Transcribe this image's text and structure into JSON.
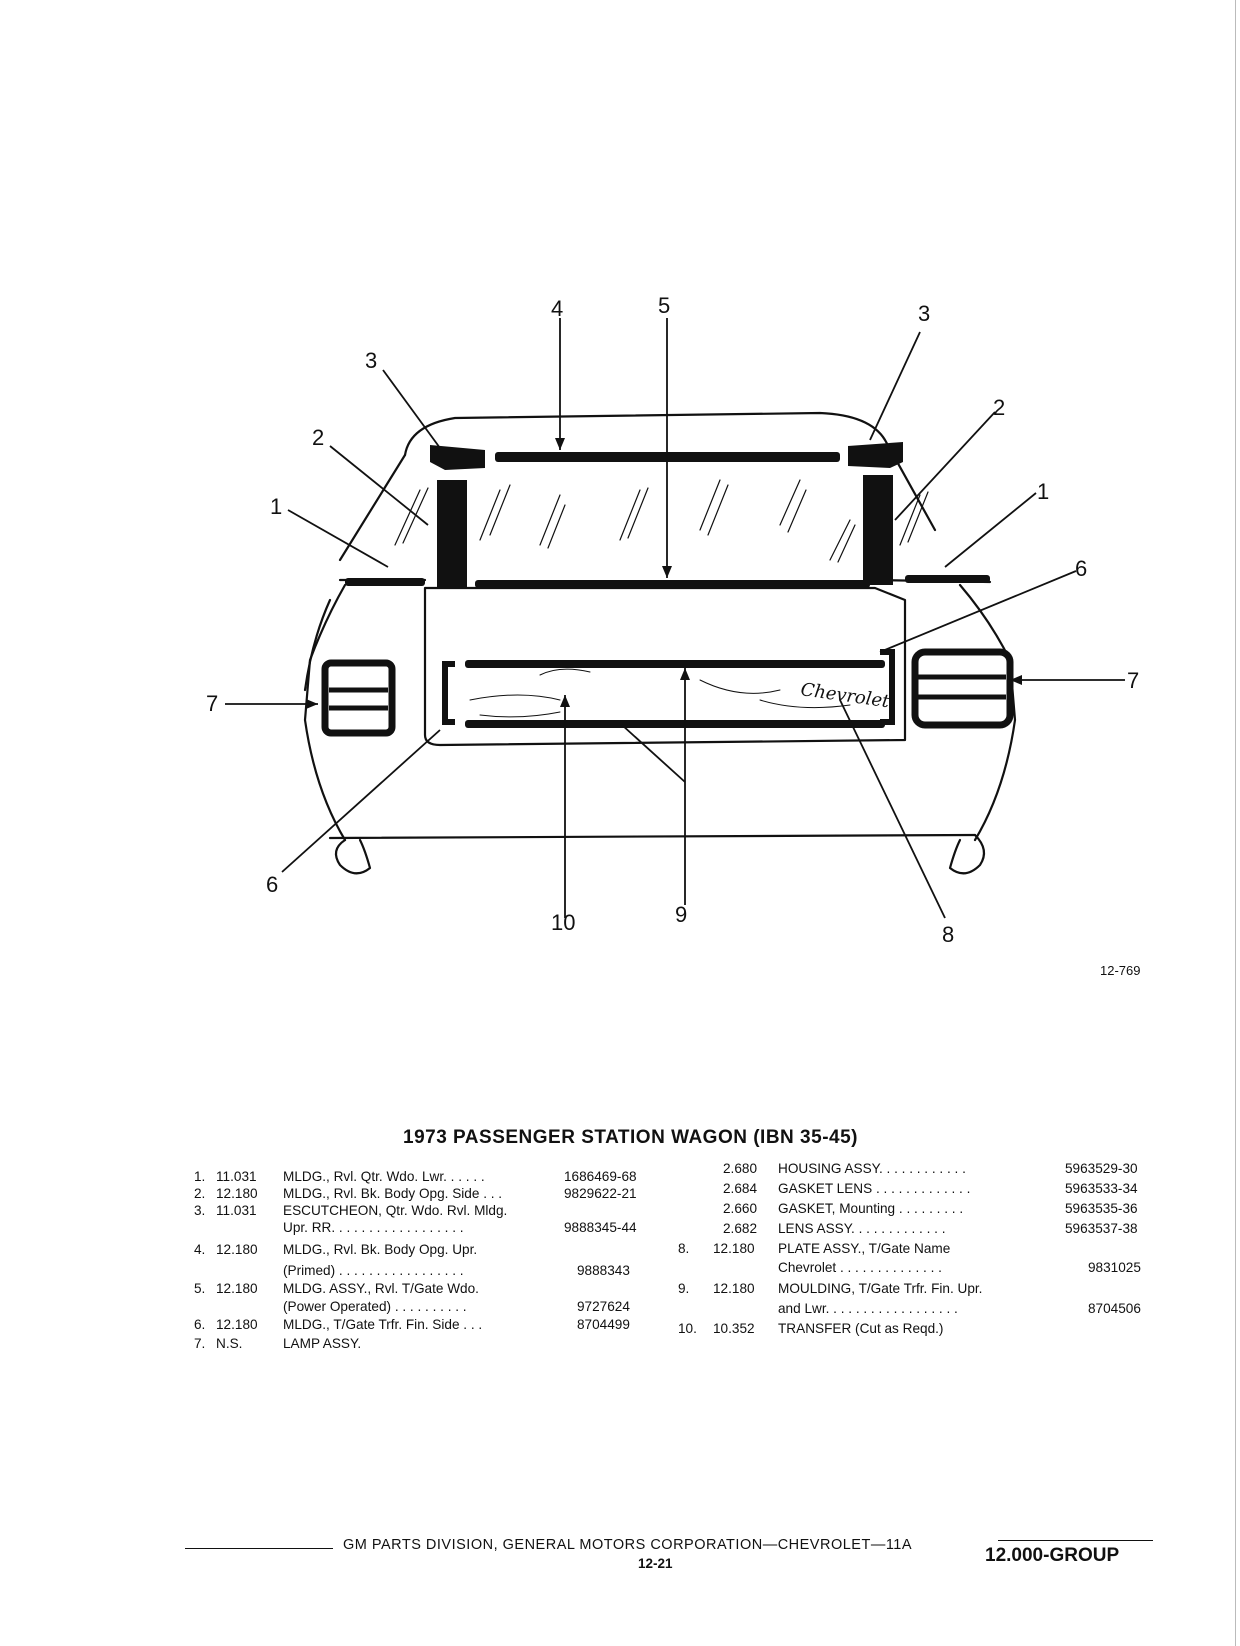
{
  "figure": {
    "figure_number": "12-769",
    "callouts": [
      "1",
      "2",
      "3",
      "4",
      "5",
      "6",
      "7",
      "8",
      "9",
      "10"
    ],
    "emblem_script": "Chevrolet"
  },
  "title": "1973 PASSENGER STATION WAGON (IBN 35-45)",
  "left_items": [
    {
      "no": "1.",
      "code": "11.031",
      "desc": "MLDG., Rvl. Qtr. Wdo. Lwr.  . . . . . ",
      "part": "1686469-68"
    },
    {
      "no": "2.",
      "code": "12.180",
      "desc": "MLDG., Rvl. Bk. Body Opg. Side . . . ",
      "part": "9829622-21"
    },
    {
      "no": "3.",
      "code": "11.031",
      "desc": "ESCUTCHEON, Qtr. Wdo. Rvl. Mldg.",
      "part": ""
    },
    {
      "no": "",
      "code": "",
      "desc": "Upr. RR. . . . . . . . . . . . . . . . . . ",
      "part": "9888345-44"
    },
    {
      "no": "4.",
      "code": "12.180",
      "desc": "MLDG., Rvl. Bk. Body Opg. Upr.",
      "part": ""
    },
    {
      "no": "",
      "code": "",
      "desc": "(Primed) . . . . . . . . . . . . . . . . . ",
      "part": "9888343"
    },
    {
      "no": "5.",
      "code": "12.180",
      "desc": "MLDG. ASSY., Rvl. T/Gate Wdo.",
      "part": ""
    },
    {
      "no": "",
      "code": "",
      "desc": "(Power Operated)  . . . . . . . . . . ",
      "part": "9727624"
    },
    {
      "no": "6.",
      "code": "12.180",
      "desc": "MLDG., T/Gate Trfr. Fin. Side    . . . ",
      "part": "8704499"
    },
    {
      "no": "7.",
      "code": "N.S.",
      "desc": "LAMP ASSY.",
      "part": ""
    }
  ],
  "right_items": [
    {
      "no": "",
      "code": "2.680",
      "desc": "HOUSING ASSY.  . . . . . . . . . . . ",
      "part": "5963529-30"
    },
    {
      "no": "",
      "code": "2.684",
      "desc": "GASKET LENS . . . . . . . . . . . . . ",
      "part": "5963533-34"
    },
    {
      "no": "",
      "code": "2.660",
      "desc": "GASKET, Mounting   . . . . . . . . . ",
      "part": "5963535-36"
    },
    {
      "no": "",
      "code": "2.682",
      "desc": "LENS ASSY.   . . . . . . . . . . . . ",
      "part": "5963537-38"
    },
    {
      "no": "8.",
      "code": "12.180",
      "desc": "PLATE ASSY., T/Gate Name",
      "part": ""
    },
    {
      "no": "",
      "code": "",
      "desc": "Chevrolet   . . . . . . . . . . . . . . ",
      "part": "9831025"
    },
    {
      "no": "9.",
      "code": "12.180",
      "desc": "MOULDING, T/Gate Trfr. Fin. Upr.",
      "part": ""
    },
    {
      "no": "",
      "code": "",
      "desc": "and Lwr. . . . . . . . . . . . . . . . . . ",
      "part": "8704506"
    },
    {
      "no": "10.",
      "code": "10.352",
      "desc": "TRANSFER (Cut as Reqd.)",
      "part": ""
    }
  ],
  "footer": {
    "text": "GM PARTS DIVISION, GENERAL MOTORS CORPORATION—CHEVROLET—11A",
    "page": "12-21",
    "group": "12.000-GROUP"
  }
}
